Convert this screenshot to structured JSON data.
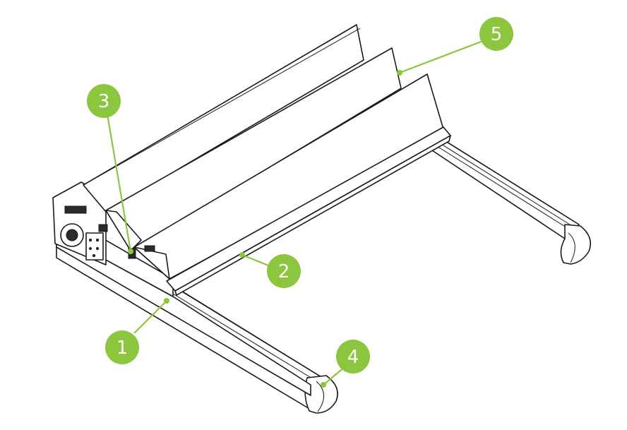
{
  "colors": {
    "accent": "#8cc63f",
    "line": "#1a1a1a",
    "background": "#ffffff"
  },
  "callouts": [
    {
      "id": "1",
      "label": "1"
    },
    {
      "id": "2",
      "label": "2"
    },
    {
      "id": "3",
      "label": "3"
    },
    {
      "id": "4",
      "label": "4"
    },
    {
      "id": "5",
      "label": "5"
    }
  ]
}
